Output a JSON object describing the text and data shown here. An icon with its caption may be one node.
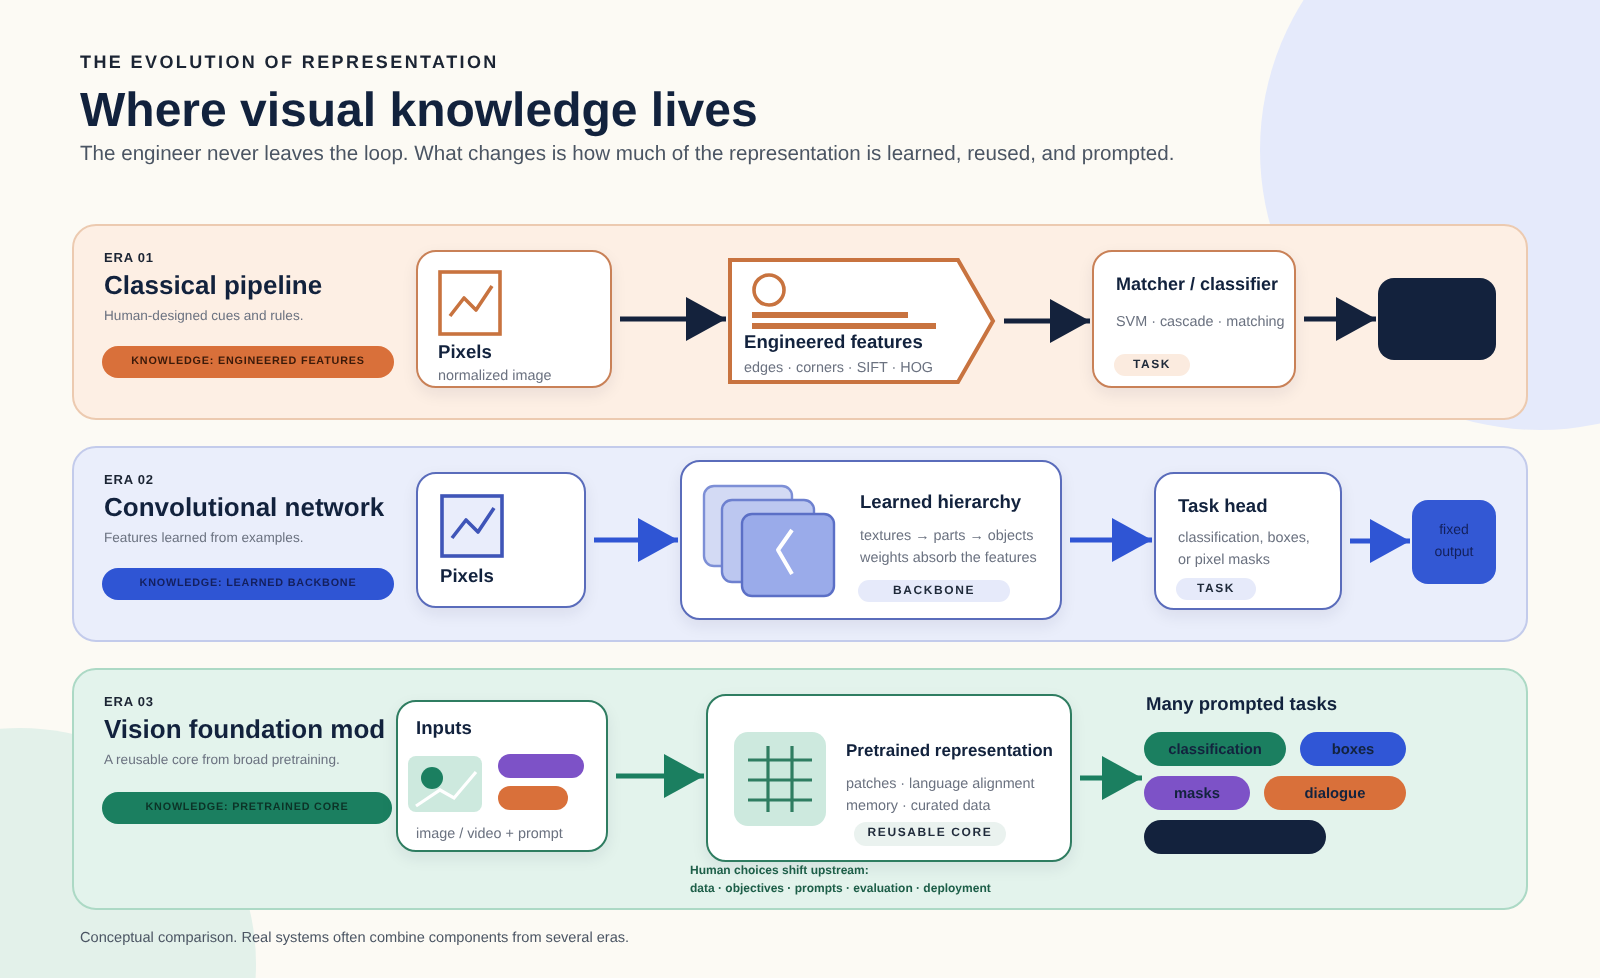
{
  "diagram": {
    "title": "Where visual knowledge lives",
    "caption": "Conceptual comparison. Real systems often combine components from several eras.",
    "nodes": [
      {
        "text": [
          "ERA 01",
          "Classical pipeline",
          "Human-designed cues and rules."
        ]
      },
      {
        "text": [
          "KNOWLEDGE: ENGINEERED FEATURES"
        ],
        "in": 0
      },
      {
        "text": [
          "Pixels",
          "normalized image"
        ],
        "in": 0
      },
      {
        "text": [
          "Engineered features",
          "edges · corners · SIFT · HOG"
        ],
        "in": 0
      },
      {
        "text": [
          "Matcher / classifier",
          "SVM · cascade · matching"
        ],
        "in": 0
      },
      {
        "text": [
          "TASK"
        ],
        "in": 4
      },
      {
        "text": [],
        "shape": "box",
        "in": 0
      },
      {
        "text": [
          "ERA 02",
          "Convolutional network",
          "Features learned from examples."
        ]
      },
      {
        "text": [
          "KNOWLEDGE: LEARNED BACKBONE"
        ],
        "in": 7
      },
      {
        "text": [
          "Pixels"
        ],
        "in": 7
      },
      {
        "text": [
          "Learned hierarchy",
          "textures → parts → objects",
          "weights absorb the features"
        ],
        "in": 7
      },
      {
        "text": [
          "BACKBONE"
        ],
        "in": 10
      },
      {
        "text": [
          "Task head",
          "classification, boxes, or pixel masks"
        ],
        "in": 7
      },
      {
        "text": [
          "TASK"
        ],
        "in": 12
      },
      {
        "text": [
          "fixed output"
        ],
        "in": 7
      },
      {
        "text": [
          "ERA 03",
          "Vision foundation mod",
          "A reusable core from broad pretraining."
        ]
      },
      {
        "text": [
          "KNOWLEDGE: PRETRAINED CORE"
        ],
        "in": 15
      },
      {
        "text": [
          "Inputs",
          "image / video + prompt"
        ],
        "in": 15
      },
      {
        "text": [
          "Pretrained representation",
          "patches · language alignment",
          "memory · curated data"
        ],
        "in": 15
      },
      {
        "text": [
          "REUSABLE CORE"
        ],
        "in": 18
      },
      {
        "text": [
          "Many prompted tasks"
        ],
        "in": 15
      },
      {
        "text": [
          "classification"
        ],
        "in": 20
      },
      {
        "text": [
          "boxes"
        ],
        "in": 20
      },
      {
        "text": [
          "masks"
        ],
        "in": 20
      },
      {
        "text": [
          "dialogue"
        ],
        "in": 20
      },
      {
        "text": [],
        "shape": "bar",
        "in": 20
      }
    ],
    "edges": [
      {
        "from": 2,
        "to": 3,
        "arrow": "to",
        "color": "#14223c"
      },
      {
        "from": 3,
        "to": 4,
        "arrow": "to",
        "color": "#14223c"
      },
      {
        "from": 4,
        "to": 6,
        "arrow": "to",
        "color": "#14223c"
      },
      {
        "from": 9,
        "to": 10,
        "arrow": "to",
        "color": "#2f55d4"
      },
      {
        "from": 10,
        "to": 12,
        "arrow": "to",
        "color": "#2f55d4"
      },
      {
        "from": 12,
        "to": 14,
        "arrow": "to",
        "color": "#2f55d4"
      },
      {
        "from": 17,
        "to": 18,
        "arrow": "to",
        "color": "#1b7f60"
      },
      {
        "from": 18,
        "to": 20,
        "arrow": "to",
        "color": "#1b7f60"
      }
    ],
    "labels": [
      "THE EVOLUTION OF REPRESENTATION",
      "The engineer never leaves the loop. What changes is how much of the representation is learned, reused, and prompted.",
      "Human choices shift upstream:",
      "data · objectives · prompts · evaluation · deployment"
    ]
  }
}
